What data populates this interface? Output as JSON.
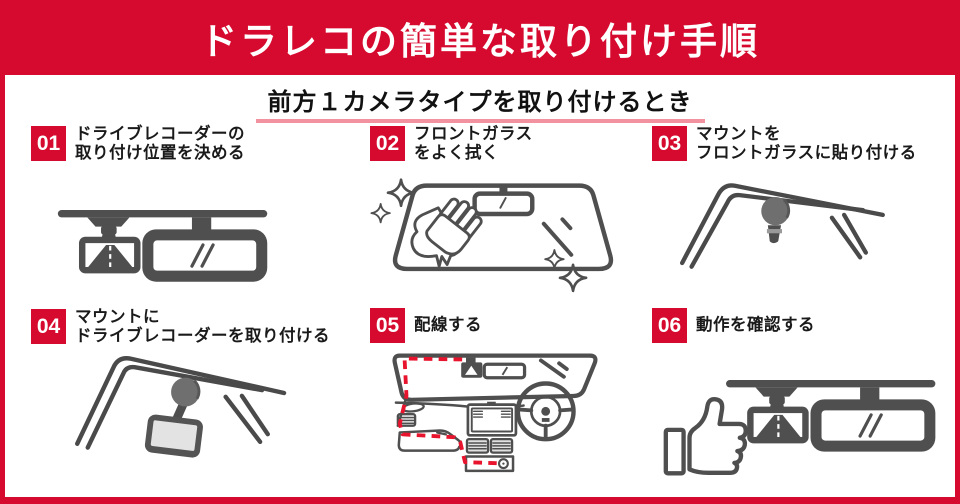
{
  "header": {
    "title": "ドラレコの簡単な取り付け手順"
  },
  "subtitle": {
    "text": "前方１カメラタイプを取り付けるとき"
  },
  "steps": [
    {
      "number": "01",
      "label_lines": [
        "ドライブレコーダーの",
        "取り付け位置を決める"
      ],
      "illustration": "dashcam-beside-rearview-mirror"
    },
    {
      "number": "02",
      "label_lines": [
        "フロントガラス",
        "をよく拭く"
      ],
      "illustration": "hand-wiping-windshield"
    },
    {
      "number": "03",
      "label_lines": [
        "マウントを",
        "フロントガラスに貼り付ける"
      ],
      "illustration": "mount-stuck-on-windshield"
    },
    {
      "number": "04",
      "label_lines": [
        "マウントに",
        "ドライブレコーダーを取り付ける"
      ],
      "illustration": "dashcam-attached-to-mount"
    },
    {
      "number": "05",
      "label_lines": [
        "配線する"
      ],
      "illustration": "cable-routing-through-dashboard"
    },
    {
      "number": "06",
      "label_lines": [
        "動作を確認する"
      ],
      "illustration": "thumbs-up-operation-check"
    }
  ],
  "colors": {
    "accent_red": "#d60a2e",
    "underline_pink": "#f2919f",
    "illustration_gray": "#4f4f4f",
    "cable_red": "#e8142d",
    "background": "#ffffff"
  }
}
